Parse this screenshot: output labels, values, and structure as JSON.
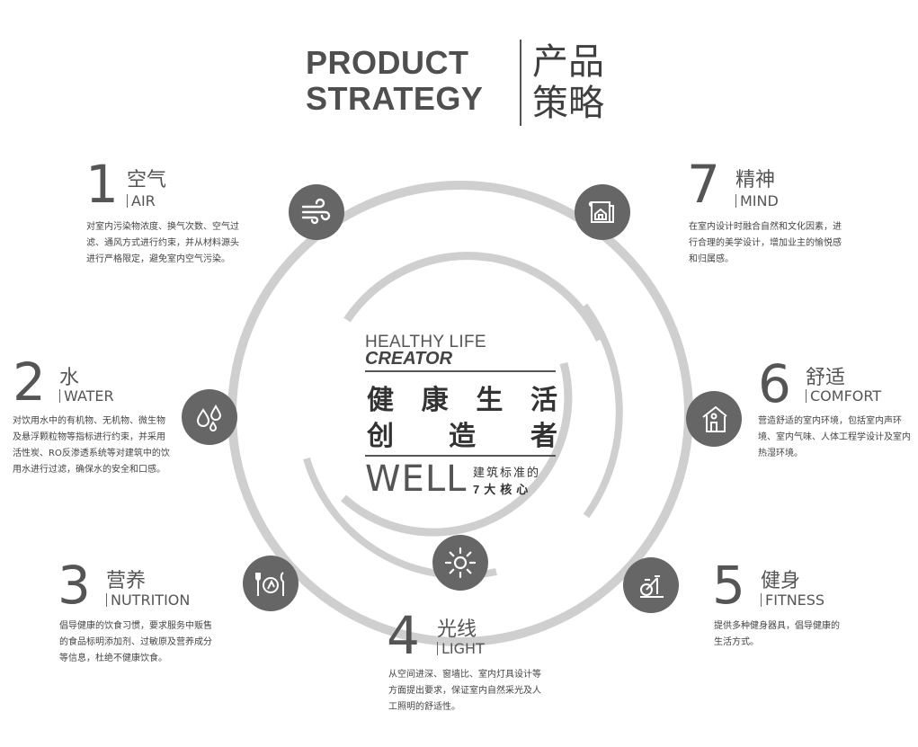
{
  "title": {
    "en_line1": "PRODUCT",
    "en_line2": "STRATEGY",
    "cn_line1": "产品",
    "cn_line2": "策略"
  },
  "center": {
    "healthy": "HEALTHY LIFE",
    "creator": "CREATOR",
    "cn_line1": [
      "健",
      "康",
      "生",
      "活"
    ],
    "cn_line2": [
      "创",
      "造",
      "者"
    ],
    "well": "WELL",
    "well_sub1": "建筑标准的",
    "well_sub2": "7大核心"
  },
  "items": [
    {
      "num": "1",
      "cn": "空气",
      "en": "AIR",
      "icon": "wind-icon",
      "desc": [
        "对室内污染物浓度、换气次数、空气过",
        "滤、通风方式进行约束，并从材料源头",
        "进行严格限定，避免室内空气污染。"
      ]
    },
    {
      "num": "2",
      "cn": "水",
      "en": "WATER",
      "icon": "water-drops-icon",
      "desc": [
        "对饮用水中的有机物、无机物、微生物",
        "及悬浮颗粒物等指标进行约束，并采用",
        "活性炭、RO反渗透系统等对建筑中的饮",
        "用水进行过滤，确保水的安全和口感。"
      ]
    },
    {
      "num": "3",
      "cn": "营养",
      "en": "NUTRITION",
      "icon": "dining-icon",
      "desc": [
        "倡导健康的饮食习惯，要求服务中贩售",
        "的食品标明添加剂、过敏原及营养成分",
        "等信息，杜绝不健康饮食。"
      ]
    },
    {
      "num": "4",
      "cn": "光线",
      "en": "LIGHT",
      "icon": "sun-icon",
      "desc": [
        "从空间进深、窗墙比、室内灯具设计等",
        "方面提出要求，保证室内自然采光及人",
        "工照明的舒适性。"
      ]
    },
    {
      "num": "5",
      "cn": "健身",
      "en": "FITNESS",
      "icon": "exercise-bike-icon",
      "desc": [
        "提供多种健身器具，倡导健康的",
        "生活方式。"
      ]
    },
    {
      "num": "6",
      "cn": "舒适",
      "en": "COMFORT",
      "icon": "person-home-icon",
      "desc": [
        "营造舒适的室内环境，包括室内声环",
        "境、室内气味、人体工程学设计及室内",
        "热湿环境。"
      ]
    },
    {
      "num": "7",
      "cn": "精神",
      "en": "MIND",
      "icon": "blueprint-home-icon",
      "desc": [
        "在室内设计时融合自然和文化因素，进",
        "行合理的美学设计，增加业主的愉悦感",
        "和归属感。"
      ]
    }
  ]
}
